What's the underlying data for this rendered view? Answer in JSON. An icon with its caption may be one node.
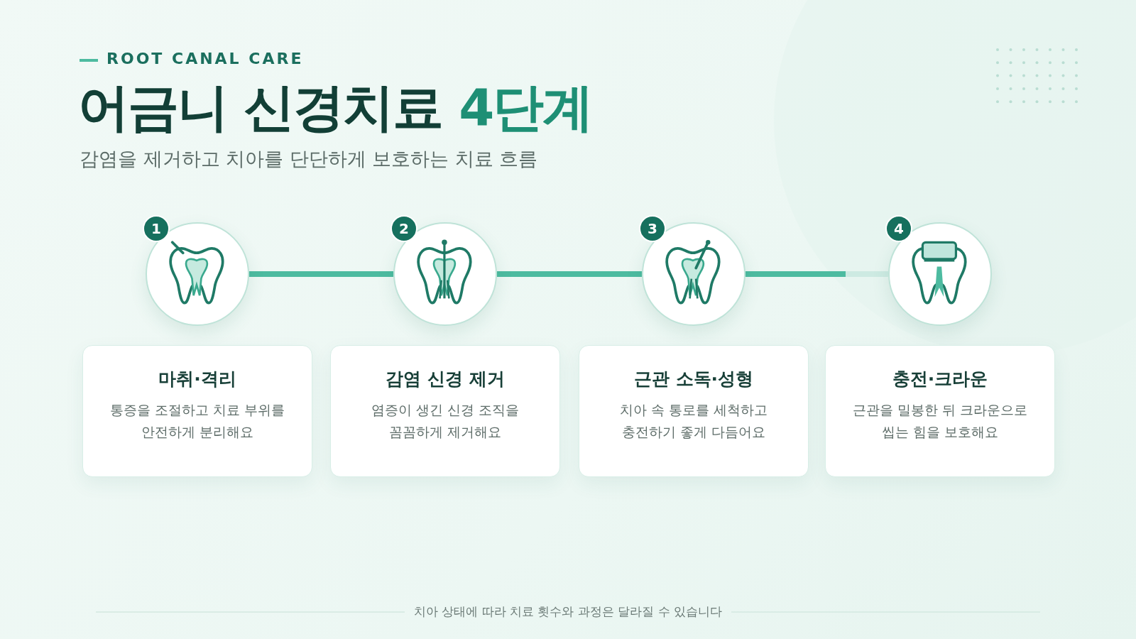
{
  "diagram": {
    "title": "어금니 신경치료 **4단계**",
    "nodes": [
      {
        "text": [],
        "shape": "circle"
      },
      {
        "text": [],
        "shape": "circle"
      },
      {
        "text": [],
        "shape": "circle"
      },
      {
        "text": [],
        "shape": "circle"
      },
      {
        "text": [
          "1"
        ]
      },
      {
        "text": [
          "2"
        ]
      },
      {
        "text": [
          "3"
        ]
      },
      {
        "text": [
          "4"
        ]
      },
      {
        "text": [
          "마취·격리",
          "통증을 조절하고 치료 부위를 안전하게 분리해요"
        ]
      },
      {
        "text": [
          "감염 신경 제거",
          "염증이 생긴 신경 조직을 꼼꼼하게 제거해요"
        ]
      },
      {
        "text": [
          "근관 소독·성형",
          "치아 속 통로를 세척하고 충전하기 좋게 다듬어요"
        ]
      },
      {
        "text": [
          "충전·크라운",
          "근관을 밀봉한 뒤 크라운으로 씹는 힘을 보호해요"
        ]
      }
    ],
    "edges": [
      {
        "from": 0,
        "to": 1,
        "arrow": "none"
      },
      {
        "from": 1,
        "to": 2,
        "arrow": "none"
      },
      {
        "from": 2,
        "to": 3,
        "arrow": "none"
      }
    ],
    "labels": [
      "ROOT CANAL CARE",
      "감염을 제거하고 치아를 단단하게 보호하는 치료 흐름",
      "치아 상태에 따라 치료 횟수와 과정은 달라질 수 있습니다"
    ]
  }
}
